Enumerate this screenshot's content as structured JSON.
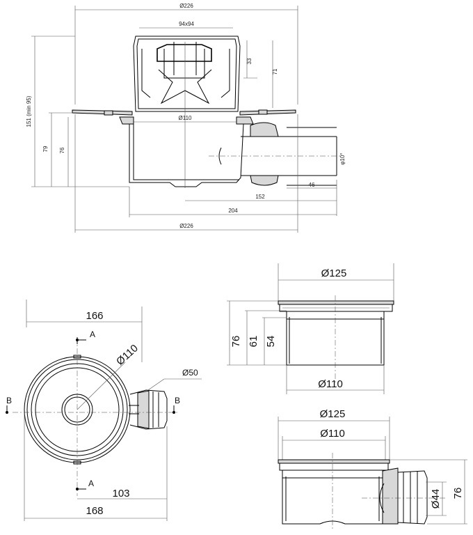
{
  "top_view": {
    "dims": {
      "overall_top": "Ø226",
      "grate": "94x94",
      "d33": "33",
      "d71": "71",
      "d110": "Ø110",
      "height_total": "151 (min 95)",
      "d79": "79",
      "d76": "76",
      "angle": "φ10°",
      "d46": "46",
      "d152": "152",
      "d204": "204",
      "overall_bottom": "Ø226"
    }
  },
  "plan_view": {
    "dims": {
      "d166": "166",
      "d110": "Ø110",
      "d50": "Ø50",
      "d103": "103",
      "d168": "168"
    },
    "section_marks": {
      "a_top": "A",
      "a_bottom": "A",
      "b_left": "B",
      "b_right": "B"
    }
  },
  "section_a": {
    "dims": {
      "d125": "Ø125",
      "d76": "76",
      "d61": "61",
      "d54": "54",
      "d110": "Ø110"
    }
  },
  "section_b": {
    "dims": {
      "d125": "Ø125",
      "d110": "Ø110",
      "d44": "Ø44",
      "d76": "76"
    }
  }
}
